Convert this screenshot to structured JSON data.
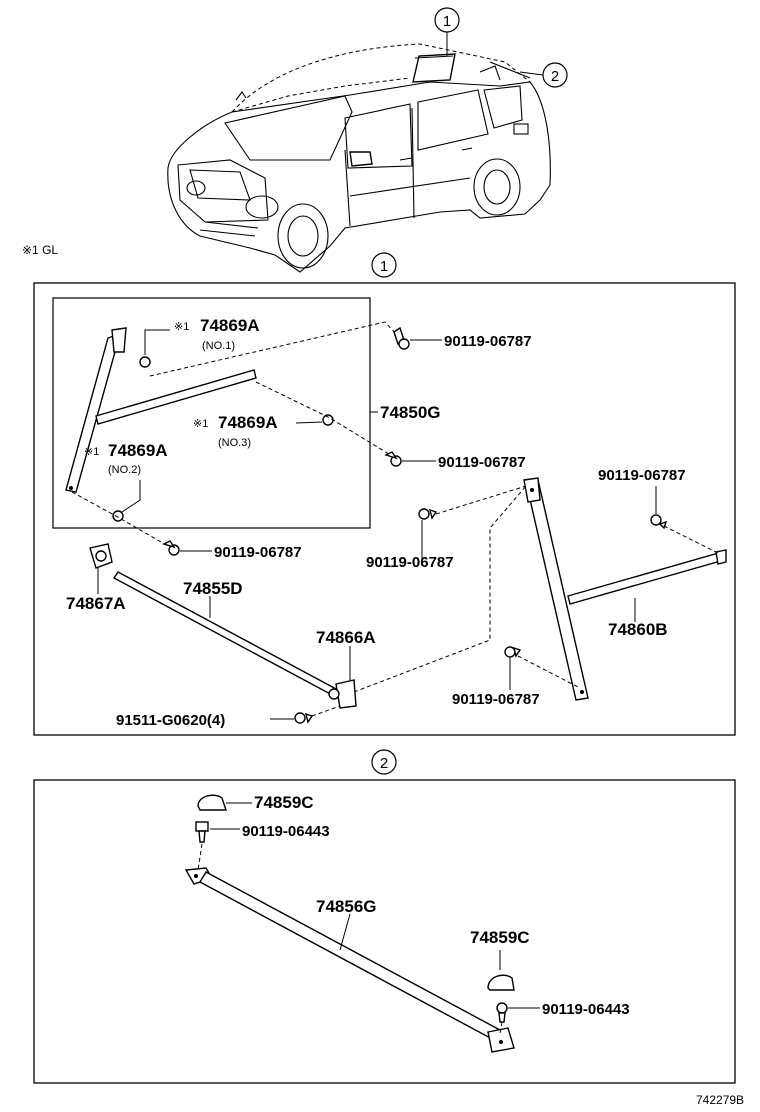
{
  "note": "※1 GL",
  "figure_id": "742279B",
  "callouts": {
    "one": "1",
    "two": "2"
  },
  "section1": {
    "callout": "1",
    "inset_label": "74850G",
    "parts": {
      "p74869a_no1": {
        "prefix": "※1",
        "number": "74869A",
        "sub": "(NO.1)"
      },
      "p74869a_no3": {
        "prefix": "※1",
        "number": "74869A",
        "sub": "(NO.3)"
      },
      "p74869a_no2": {
        "prefix": "※1",
        "number": "74869A",
        "sub": "(NO.2)"
      },
      "bolt_a": "90119-06787",
      "bolt_b": "90119-06787",
      "bolt_c": "90119-06787",
      "bolt_d": "90119-06787",
      "bolt_e": "90119-06787",
      "bolt_f": "90119-06787",
      "p74867a": "74867A",
      "p74855d": "74855D",
      "p74866a": "74866A",
      "p91511": "91511-G0620(4)",
      "p74860b": "74860B"
    }
  },
  "section2": {
    "callout": "2",
    "parts": {
      "cap_top": "74859C",
      "bolt_top": "90119-06443",
      "bar": "74856G",
      "cap_bottom": "74859C",
      "bolt_bottom": "90119-06443"
    }
  }
}
